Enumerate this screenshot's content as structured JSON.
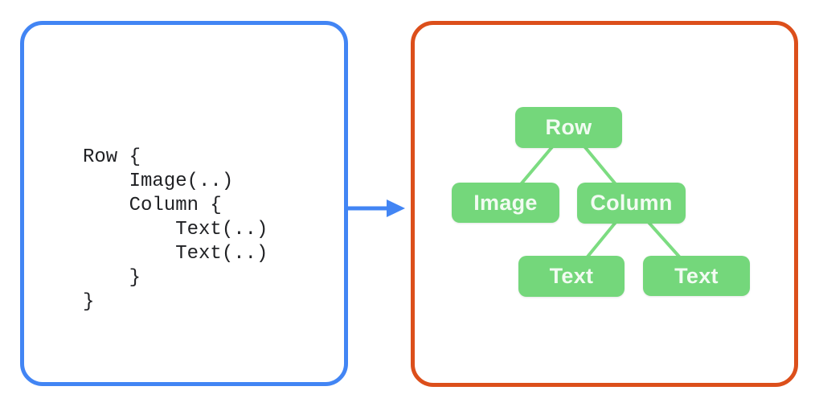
{
  "colors": {
    "panel-blue": "#4285F4",
    "panel-orange": "#DC4F1B",
    "node-green": "#74D77B",
    "edge-green": "#7CDC81",
    "code-text": "#202124",
    "node-text": "#F2FBF2",
    "arrow-blue": "#4285F4"
  },
  "code_panel": {
    "lines": [
      "Row {",
      "    Image(..)",
      "    Column {",
      "        Text(..)",
      "        Text(..)",
      "    }",
      "}"
    ]
  },
  "tree_panel": {
    "nodes": {
      "root": {
        "label": "Row"
      },
      "image": {
        "label": "Image"
      },
      "column": {
        "label": "Column"
      },
      "text_left": {
        "label": "Text"
      },
      "text_right": {
        "label": "Text"
      }
    }
  }
}
